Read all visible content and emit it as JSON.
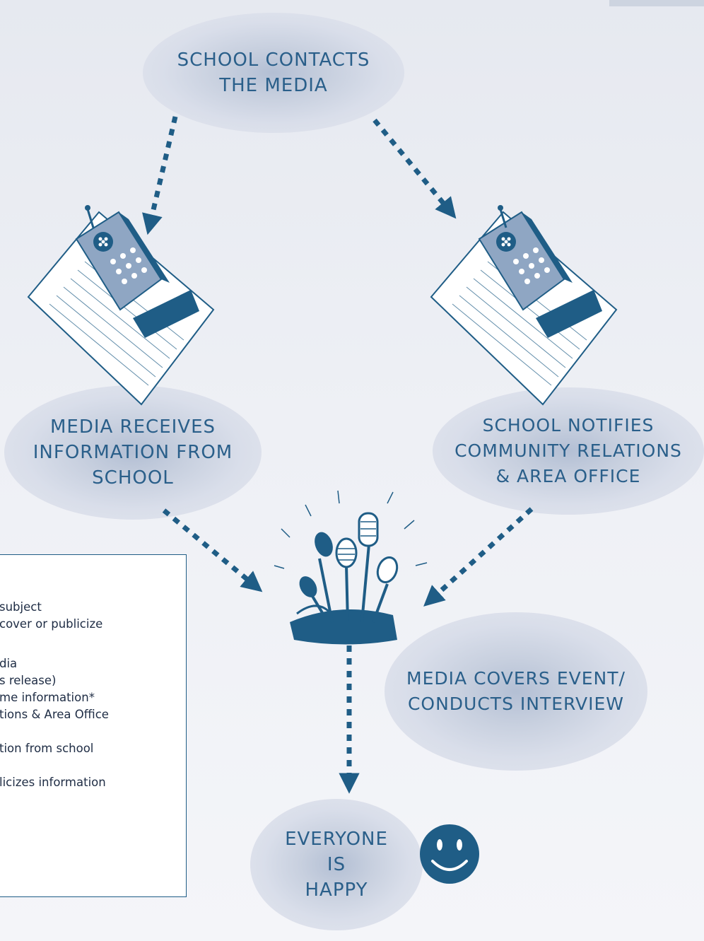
{
  "nodes": {
    "school_contacts": "SCHOOL CONTACTS\nTHE MEDIA",
    "media_receives": "MEDIA RECEIVES\nINFORMATION FROM\nSCHOOL",
    "school_notifies": "SCHOOL NOTIFIES\nCOMMUNITY RELATIONS\n& AREA OFFICE",
    "media_covers": "MEDIA COVERS EVENT/\nCONDUCTS INTERVIEW",
    "everyone_happy": "EVERYONE\nIS\nHAPPY"
  },
  "legend": {
    "lines": [
      "subject",
      "cover or publicize",
      "dia",
      "s release)",
      "me information*",
      "tions & Area Office",
      "tion from school",
      "licizes information"
    ]
  },
  "colors": {
    "accent": "#1f5d86",
    "text": "#2a5f8a",
    "smiley": "#1f5d86"
  },
  "icons": [
    "news-release-phone-icon",
    "microphones-icon",
    "smiley-face-icon"
  ]
}
